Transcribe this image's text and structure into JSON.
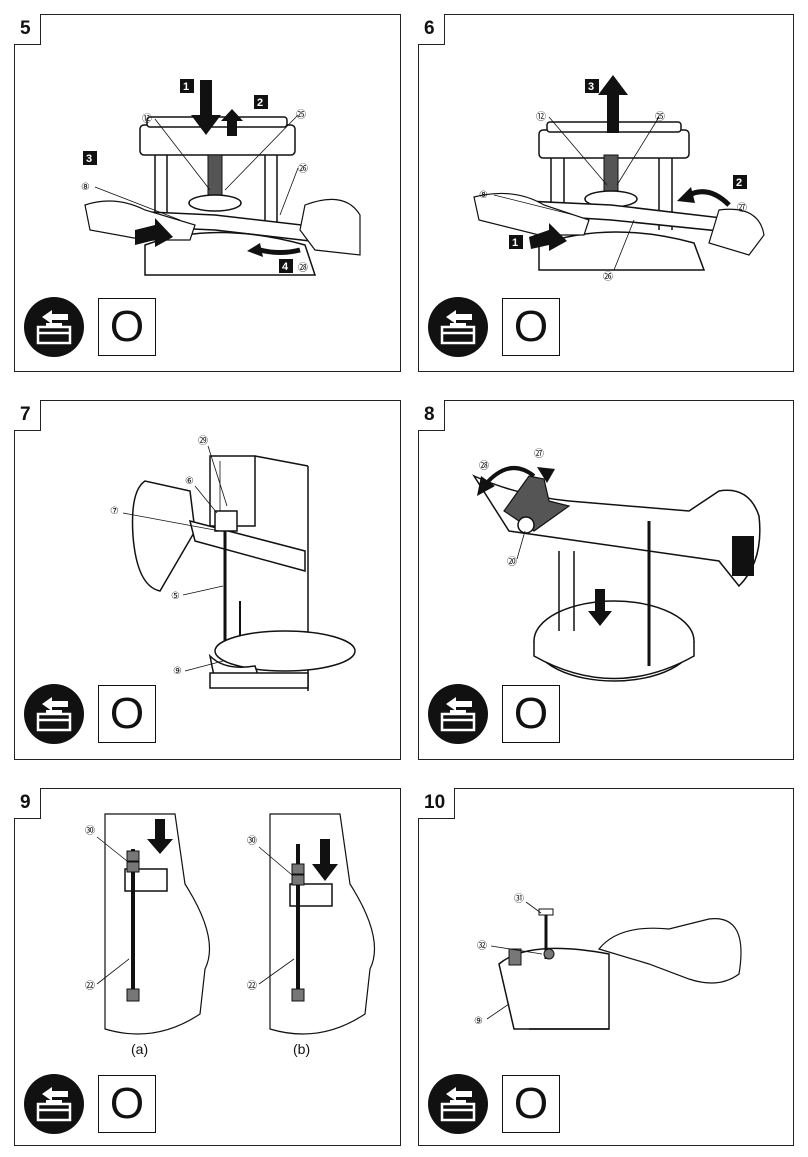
{
  "panels": [
    {
      "number": "5",
      "callouts": [
        "⑫",
        "㉕",
        "㉖",
        "⑧",
        "㉘"
      ],
      "steps": [
        "1",
        "2",
        "3",
        "4"
      ],
      "switch_state": "O"
    },
    {
      "number": "6",
      "callouts": [
        "⑫",
        "㉕",
        "⑧",
        "㉗",
        "㉖"
      ],
      "steps": [
        "3",
        "2",
        "1"
      ],
      "switch_state": "O"
    },
    {
      "number": "7",
      "callouts": [
        "㉙",
        "⑥",
        "⑦",
        "⑤",
        "⑨"
      ],
      "switch_state": "O"
    },
    {
      "number": "8",
      "callouts": [
        "㉘",
        "㉗",
        "⑳"
      ],
      "switch_state": "O"
    },
    {
      "number": "9",
      "callouts": [
        "㉚",
        "㉒",
        "㉚",
        "㉒"
      ],
      "sublabels": [
        "(a)",
        "(b)"
      ],
      "switch_state": "O"
    },
    {
      "number": "10",
      "callouts": [
        "㉛",
        "㉜",
        "⑨"
      ],
      "switch_state": "O"
    }
  ],
  "icons": {
    "power": "unplug-battery-icon"
  }
}
